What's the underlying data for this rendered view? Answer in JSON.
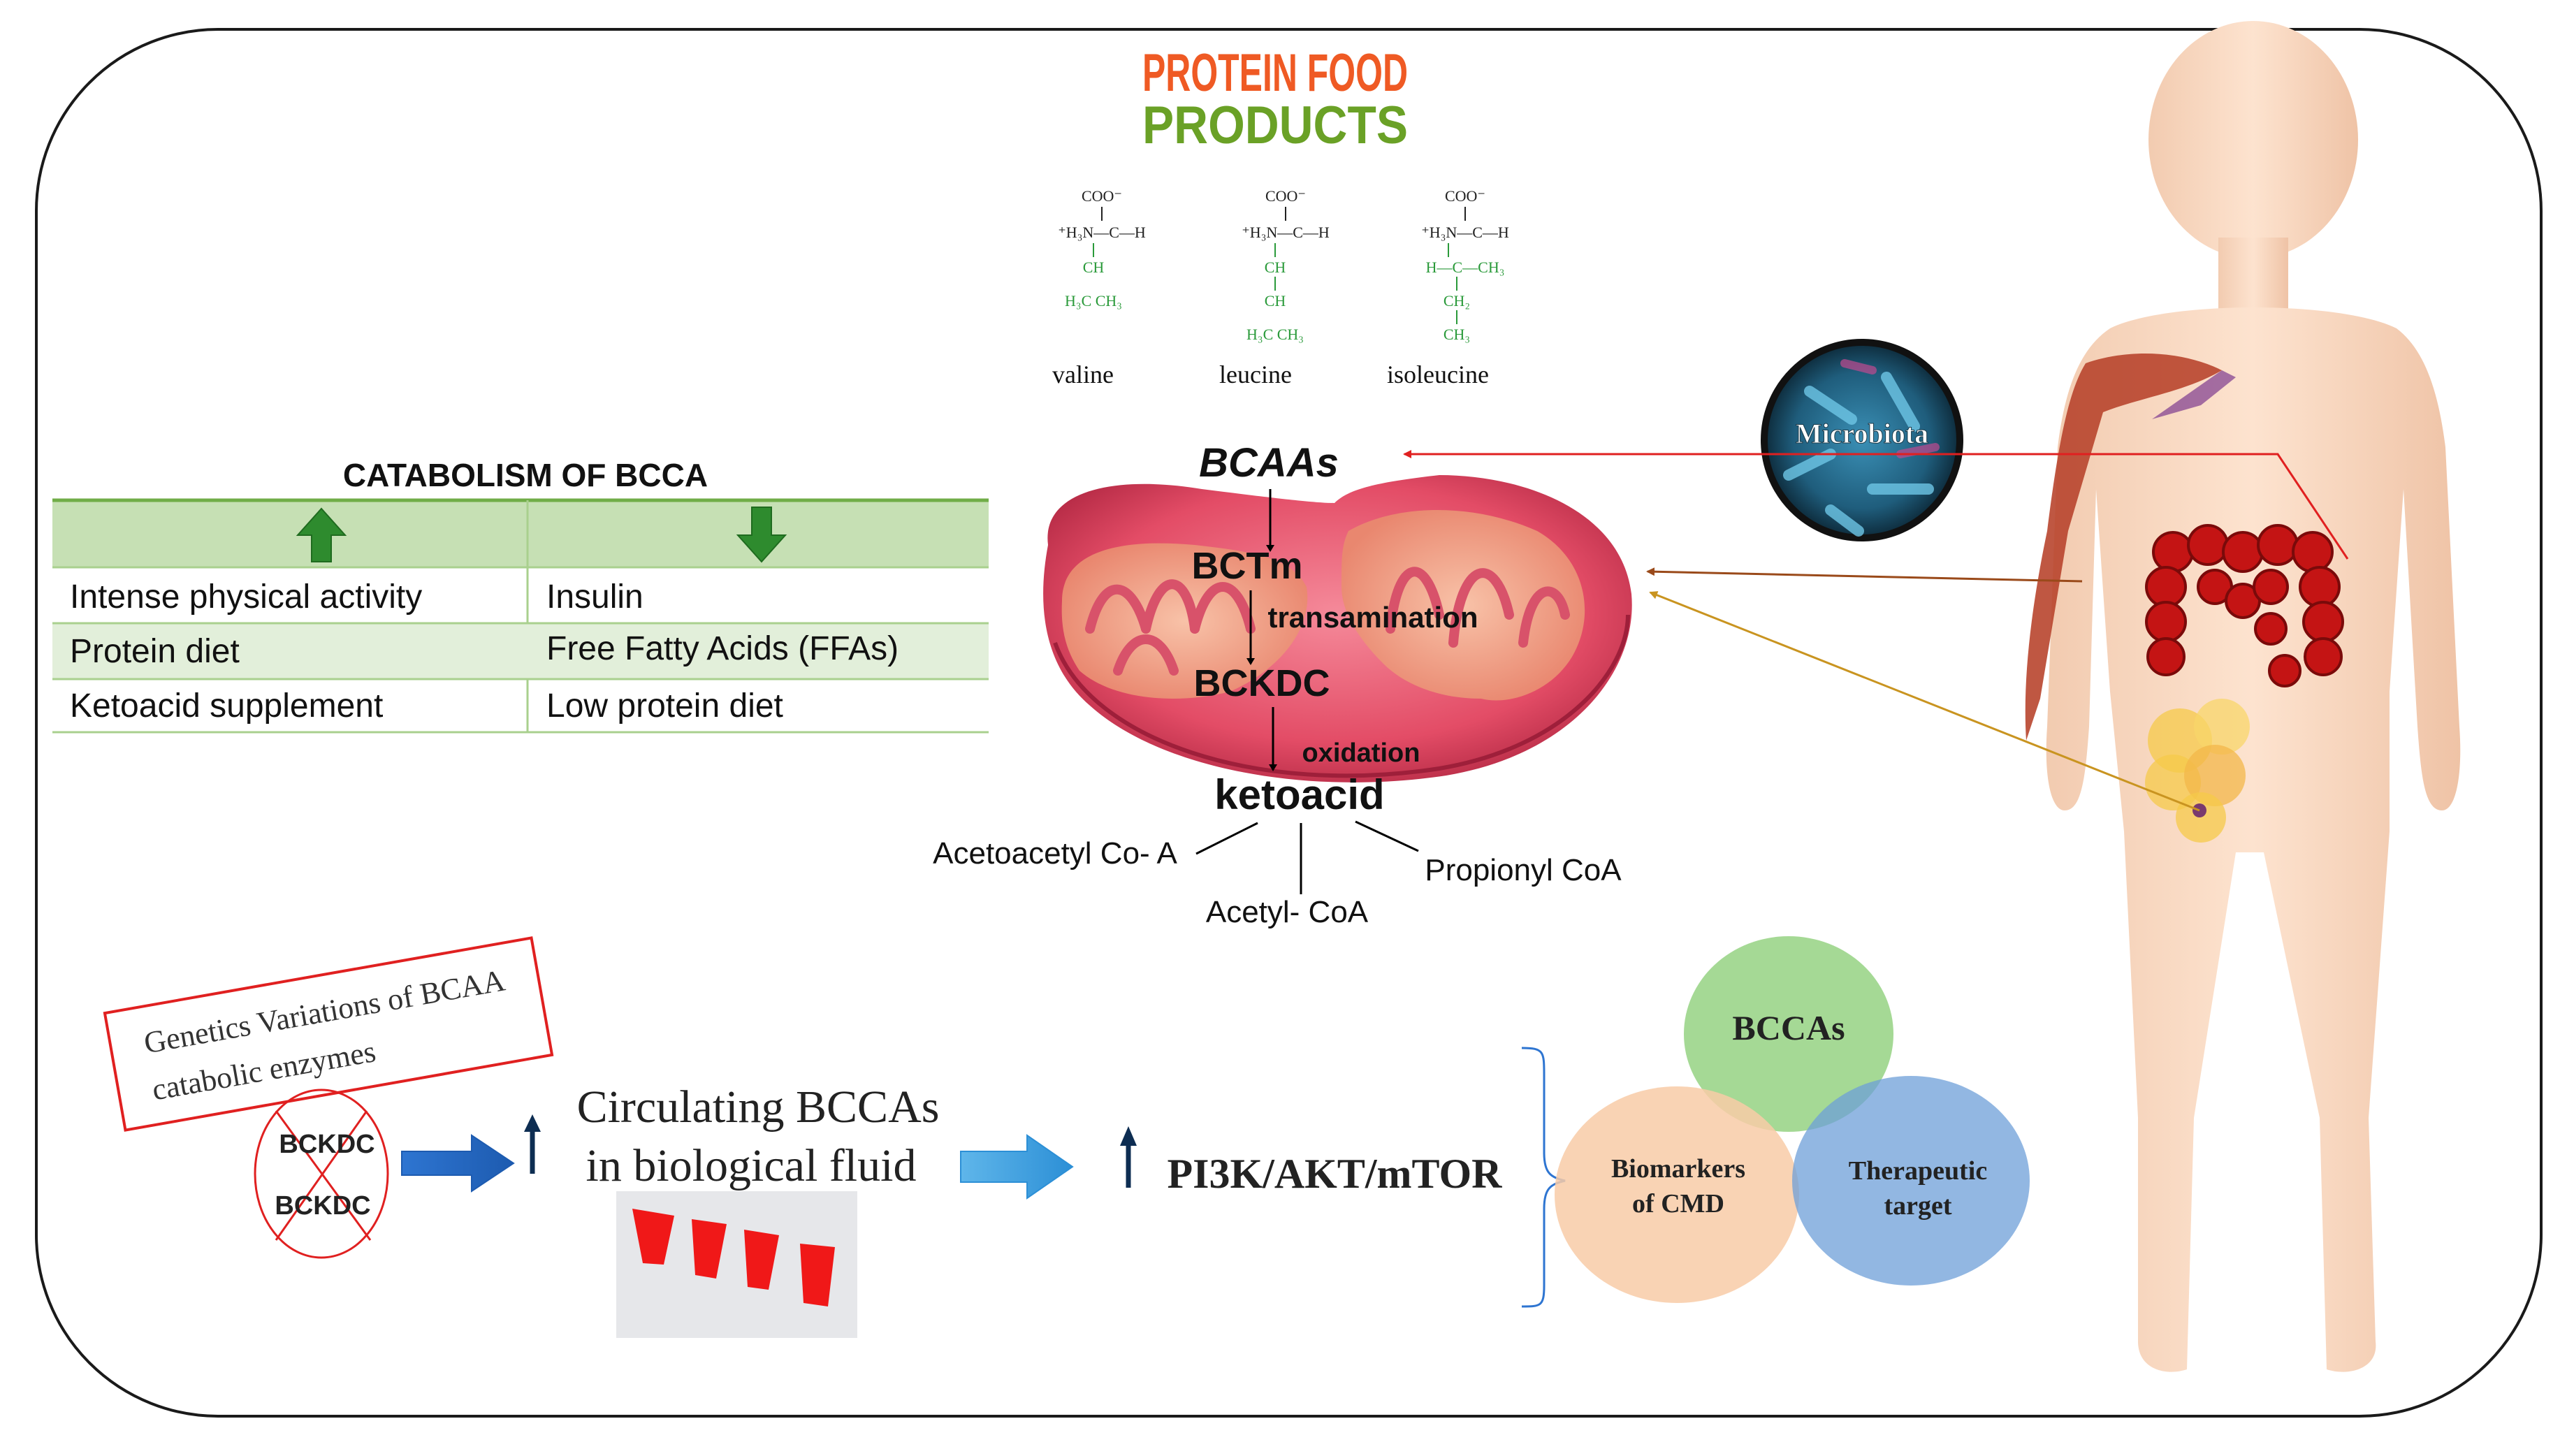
{
  "header": {
    "line1": "PROTEIN FOOD",
    "line2": "PRODUCTS",
    "color1": "#ef5a24",
    "color2": "#6aa126"
  },
  "amino_acids": [
    {
      "name": "valine",
      "top": "COO⁻",
      "row2": "⁺H₃N—C—H",
      "row3": "CH",
      "row4": "H₃C   CH₃"
    },
    {
      "name": "leucine",
      "top": "COO⁻",
      "row2": "⁺H₃N—C—H",
      "row3": "CH",
      "row4": "CH",
      "row5": "H₃C   CH₃"
    },
    {
      "name": "isoleucine",
      "top": "COO⁻",
      "row2": "⁺H₃N—C—H",
      "row3": "H—C—CH₃",
      "row4": "CH₂",
      "row5": "CH₃"
    }
  ],
  "table": {
    "title": "CATABOLISM OF BCCA",
    "header_color": "#c6e0b4",
    "rows": [
      [
        "Intense physical activity",
        "Insulin"
      ],
      [
        "Protein diet",
        "Free Fatty Acids (FFAs)"
      ],
      [
        "Ketoacid supplement",
        "Low protein diet"
      ]
    ]
  },
  "pathway": {
    "bcaas": "BCAAs",
    "bctm": "BCTm",
    "transamination": "transamination",
    "bckdc": "BCKDC",
    "oxidation": "oxidation",
    "ketoacid": "ketoacid",
    "product_left": "Acetoacetyl Co- A",
    "product_mid": "Acetyl- CoA",
    "product_right": "Propionyl CoA"
  },
  "microbiota": {
    "label": "Microbiota"
  },
  "genetics": {
    "box_line1": "Genetics Variations of BCAA",
    "box_line2": "catabolic enzymes",
    "crossed_top": "BCKDC",
    "crossed_bottom": "BCKDC",
    "circulating_line1": "Circulating BCCAs",
    "circulating_line2": "in biological fluid",
    "pathway": "PI3K/AKT/mTOR"
  },
  "venn": {
    "top": "BCCAs",
    "left_line1": "Biomarkers",
    "left_line2": "of CMD",
    "right_line1": "Therapeutic",
    "right_line2": "target"
  }
}
